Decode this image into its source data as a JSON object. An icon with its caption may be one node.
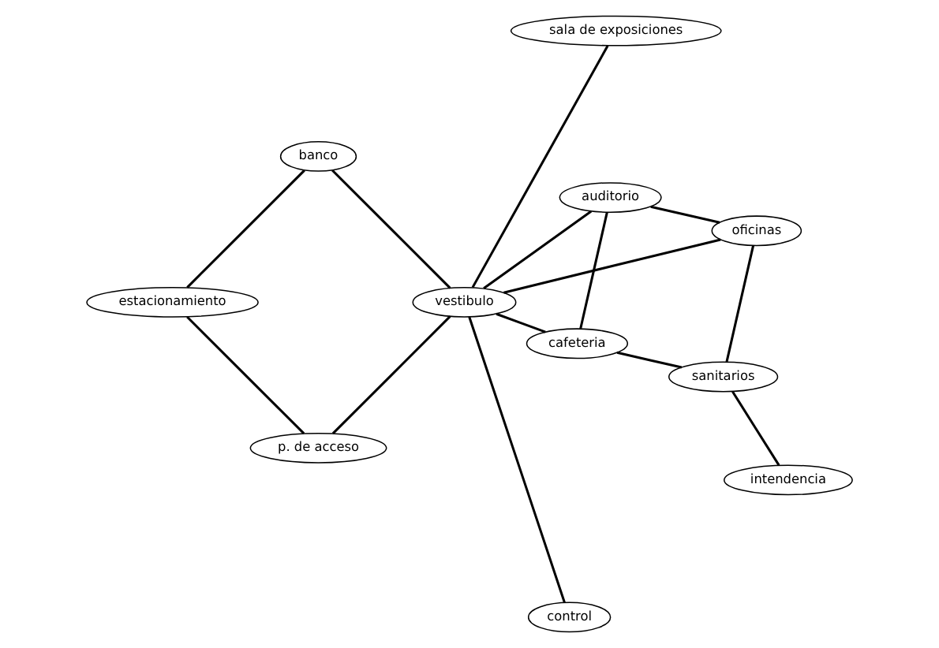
{
  "diagram": {
    "nodes": [
      {
        "text": [
          "vestibulo"
        ]
      },
      {
        "text": [
          "control"
        ]
      },
      {
        "text": [
          "p. de acceso"
        ]
      },
      {
        "text": [
          "banco"
        ]
      },
      {
        "text": [
          "cafeteria"
        ]
      },
      {
        "text": [
          "estacionamiento"
        ]
      },
      {
        "text": [
          "auditorio"
        ]
      },
      {
        "text": [
          "sala de exposiciones"
        ]
      },
      {
        "text": [
          "intendencia"
        ]
      },
      {
        "text": [
          "oficinas"
        ]
      },
      {
        "text": [
          "sanitarios"
        ]
      }
    ],
    "edges": [
      {
        "from": 0,
        "to": 1,
        "arrow": "none"
      },
      {
        "from": 0,
        "to": 2,
        "arrow": "none"
      },
      {
        "from": 0,
        "to": 3,
        "arrow": "none"
      },
      {
        "from": 0,
        "to": 7,
        "arrow": "none"
      },
      {
        "from": 0,
        "to": 9,
        "arrow": "none"
      },
      {
        "from": 0,
        "to": 4,
        "arrow": "none"
      },
      {
        "from": 0,
        "to": 6,
        "arrow": "none"
      },
      {
        "from": 2,
        "to": 5,
        "arrow": "none"
      },
      {
        "from": 3,
        "to": 5,
        "arrow": "none"
      },
      {
        "from": 4,
        "to": 6,
        "arrow": "none"
      },
      {
        "from": 4,
        "to": 10,
        "arrow": "none"
      },
      {
        "from": 6,
        "to": 9,
        "arrow": "none"
      },
      {
        "from": 9,
        "to": 10,
        "arrow": "none"
      },
      {
        "from": 8,
        "to": 10,
        "arrow": "none"
      }
    ]
  }
}
